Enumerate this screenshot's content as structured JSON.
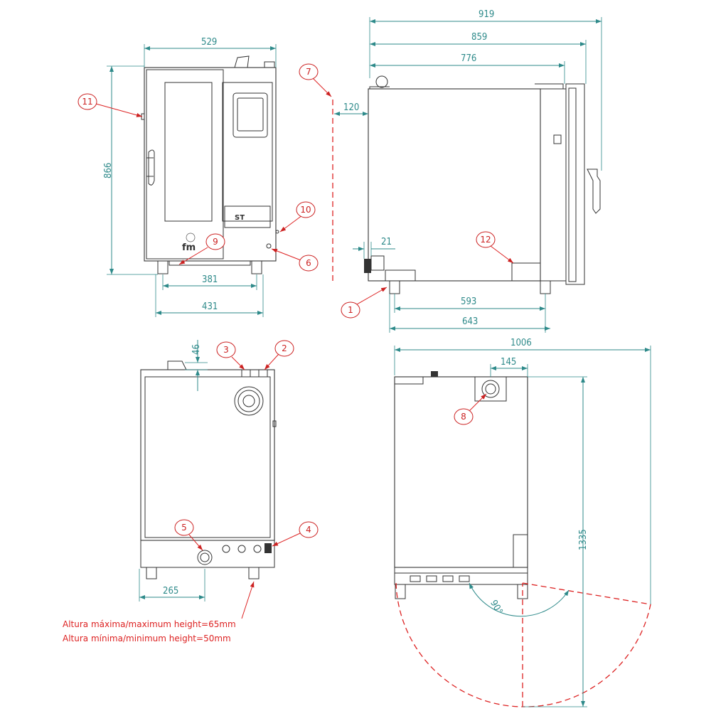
{
  "dimensions": {
    "front_width": "529",
    "front_height": "866",
    "front_feet_inner": "381",
    "front_feet_outer": "431",
    "side_total": "919",
    "side_859": "859",
    "side_776": "776",
    "side_clearance": "120",
    "side_21": "21",
    "side_feet_inner": "593",
    "side_feet_outer": "643",
    "back_46": "46",
    "back_265": "265",
    "top_total": "1006",
    "top_145": "145",
    "top_depth": "1335"
  },
  "callouts": [
    "1",
    "2",
    "3",
    "4",
    "5",
    "6",
    "7",
    "8",
    "9",
    "10",
    "11",
    "12"
  ],
  "labels": {
    "door_angle": "90°",
    "brand": "fm",
    "model": "ST"
  },
  "notes": [
    "Altura máxima/maximum height=65mm",
    "Altura mínima/minimum height=50mm"
  ],
  "colors": {
    "dimension": "#2e8a8a",
    "callout": "#cc2222",
    "outline": "#333333"
  }
}
